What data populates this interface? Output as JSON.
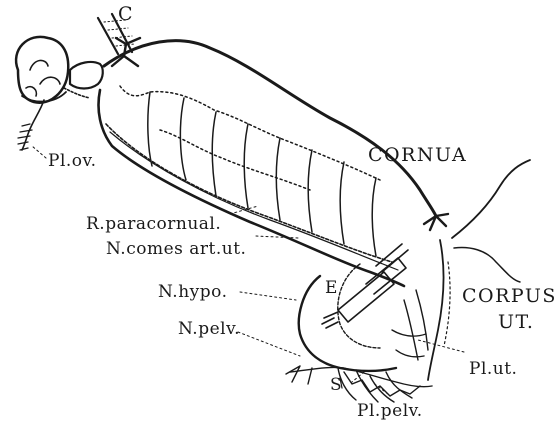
{
  "labels": {
    "c": "C",
    "cornua": "CORNUA",
    "corpus_line1": "CORPUS",
    "corpus_line2": "UT.",
    "pl_ov": "Pl.ov.",
    "r_paracornual": "R.paracornual.",
    "n_comes": "N.comes art.ut.",
    "n_hypo": "N.hypo.",
    "n_pelv": "N.pelv.",
    "e": "E",
    "s": "S",
    "pl_ut": "Pl.ut.",
    "pl_pelv": "Pl.pelv."
  },
  "colors": {
    "ink": "#1a1a1a",
    "paper": "#ffffff"
  }
}
